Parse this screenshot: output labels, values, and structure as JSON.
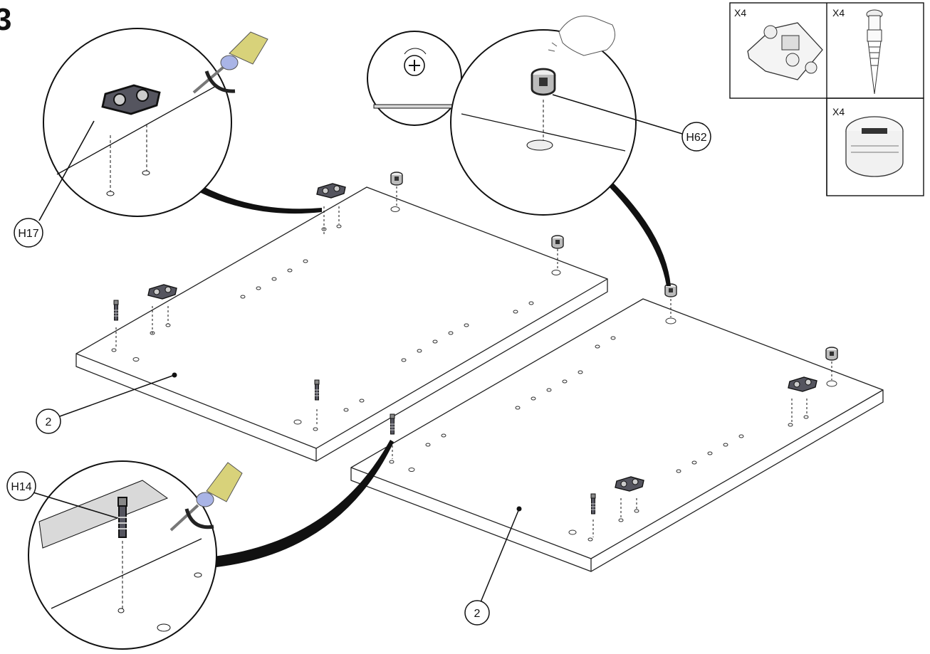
{
  "step_number": "3",
  "parts": [
    {
      "id": "hinge-plate",
      "qty": "X4"
    },
    {
      "id": "dowel-bolt",
      "qty": "X4"
    },
    {
      "id": "cam-lock",
      "qty": "X4"
    }
  ],
  "callouts": {
    "hinge_plate": "H17",
    "cam_lock": "H62",
    "dowel_bolt": "H14",
    "panel_left": "2",
    "panel_right": "2"
  },
  "icons": [
    "screwdriver-icon",
    "hand-press-icon",
    "phillips-screw-icon"
  ],
  "colors": {
    "line": "#111111",
    "fill": "#ffffff",
    "shade": "#d9d9d9",
    "screwdriver": "#d8d27a",
    "metal": "#9a9aa3"
  }
}
